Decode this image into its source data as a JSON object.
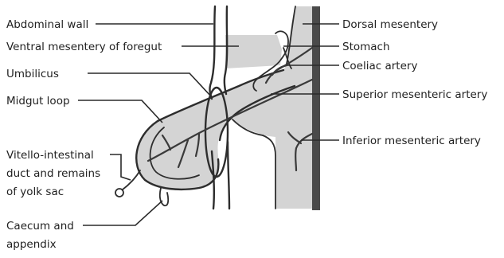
{
  "diagram": {
    "labels": {
      "abdominal_wall": "Abdominal wall",
      "ventral_mesentery": "Ventral mesentery of foregut",
      "umbilicus": "Umbilicus",
      "midgut_loop": "Midgut loop",
      "vitello_line1": "Vitello-intestinal",
      "vitello_line2": "duct and remains",
      "vitello_line3": "of yolk sac",
      "caecum_line1": "Caecum and",
      "caecum_line2": "appendix",
      "dorsal_mesentery": "Dorsal mesentery",
      "stomach": "Stomach",
      "coeliac_artery": "Coeliac artery",
      "superior_mesenteric": "Superior mesenteric artery",
      "inferior_mesenteric": "Inferior mesenteric artery"
    },
    "colors": {
      "mesentery_fill": "#d4d4d4",
      "outline": "#2d2d2d",
      "aorta": "#4a4a4a",
      "background": "#ffffff"
    }
  }
}
